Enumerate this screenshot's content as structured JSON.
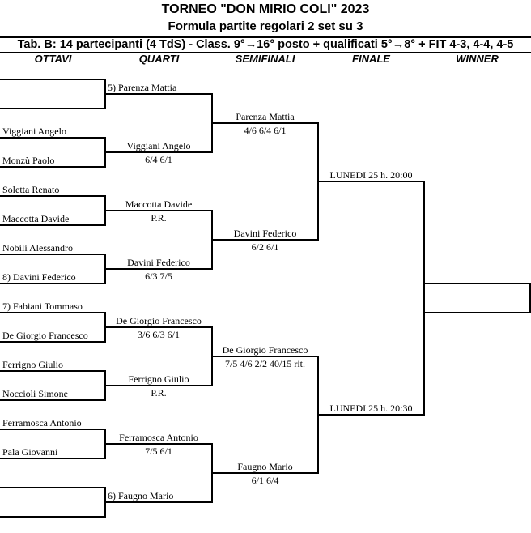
{
  "header": {
    "title": "TORNEO \"DON  MIRIO  COLI\"  2023",
    "subtitle": "Formula partite regolari 2 set su 3",
    "table_info": "Tab. B: 14 partecipanti (4 TdS) - Class. 9°→16° posto + qualificati 5°→8° + FIT 4-3, 4-4, 4-5"
  },
  "columns": [
    "OTTAVI",
    "QUARTI",
    "SEMIFINALI",
    "FINALE",
    "WINNER"
  ],
  "rounds": [
    [
      {
        "name": ""
      },
      {
        "name": ""
      },
      {
        "name": "Viggiani Angelo"
      },
      {
        "name": "Monzù Paolo"
      },
      {
        "name": "Soletta Renato"
      },
      {
        "name": "Maccotta Davide"
      },
      {
        "name": "Nobili Alessandro"
      },
      {
        "name": "8) Davini Federico"
      },
      {
        "name": "7) Fabiani Tommaso"
      },
      {
        "name": "De Giorgio Francesco"
      },
      {
        "name": "Ferrigno Giulio"
      },
      {
        "name": "Noccioli Simone"
      },
      {
        "name": "Ferramosca Antonio"
      },
      {
        "name": "Pala Giovanni"
      },
      {
        "name": ""
      },
      {
        "name": ""
      }
    ],
    [
      {
        "name": "5) Parenza Mattia",
        "seed": true
      },
      {
        "name": "Viggiani Angelo",
        "score": "6/4  6/1"
      },
      {
        "name": "Maccotta Davide",
        "score": "P.R."
      },
      {
        "name": "Davini Federico",
        "score": "6/3  7/5"
      },
      {
        "name": "De Giorgio Francesco",
        "score": "3/6  6/3  6/1"
      },
      {
        "name": "Ferrigno Giulio",
        "score": "P.R."
      },
      {
        "name": "Ferramosca Antonio",
        "score": "7/5  6/1"
      },
      {
        "name": "6) Faugno Mario",
        "seed": true
      }
    ],
    [
      {
        "name": "Parenza Mattia",
        "score": "4/6  6/4  6/1"
      },
      {
        "name": "Davini Federico",
        "score": "6/2  6/1"
      },
      {
        "name": "De Giorgio Francesco",
        "score": "7/5  4/6  2/2  40/15  rit."
      },
      {
        "name": "Faugno Mario",
        "score": "6/1  6/4"
      }
    ],
    [
      {
        "name": "LUNEDI 25 h. 20:00"
      },
      {
        "name": "LUNEDI 25 h. 20:30"
      }
    ]
  ],
  "winner": {
    "name": ""
  }
}
